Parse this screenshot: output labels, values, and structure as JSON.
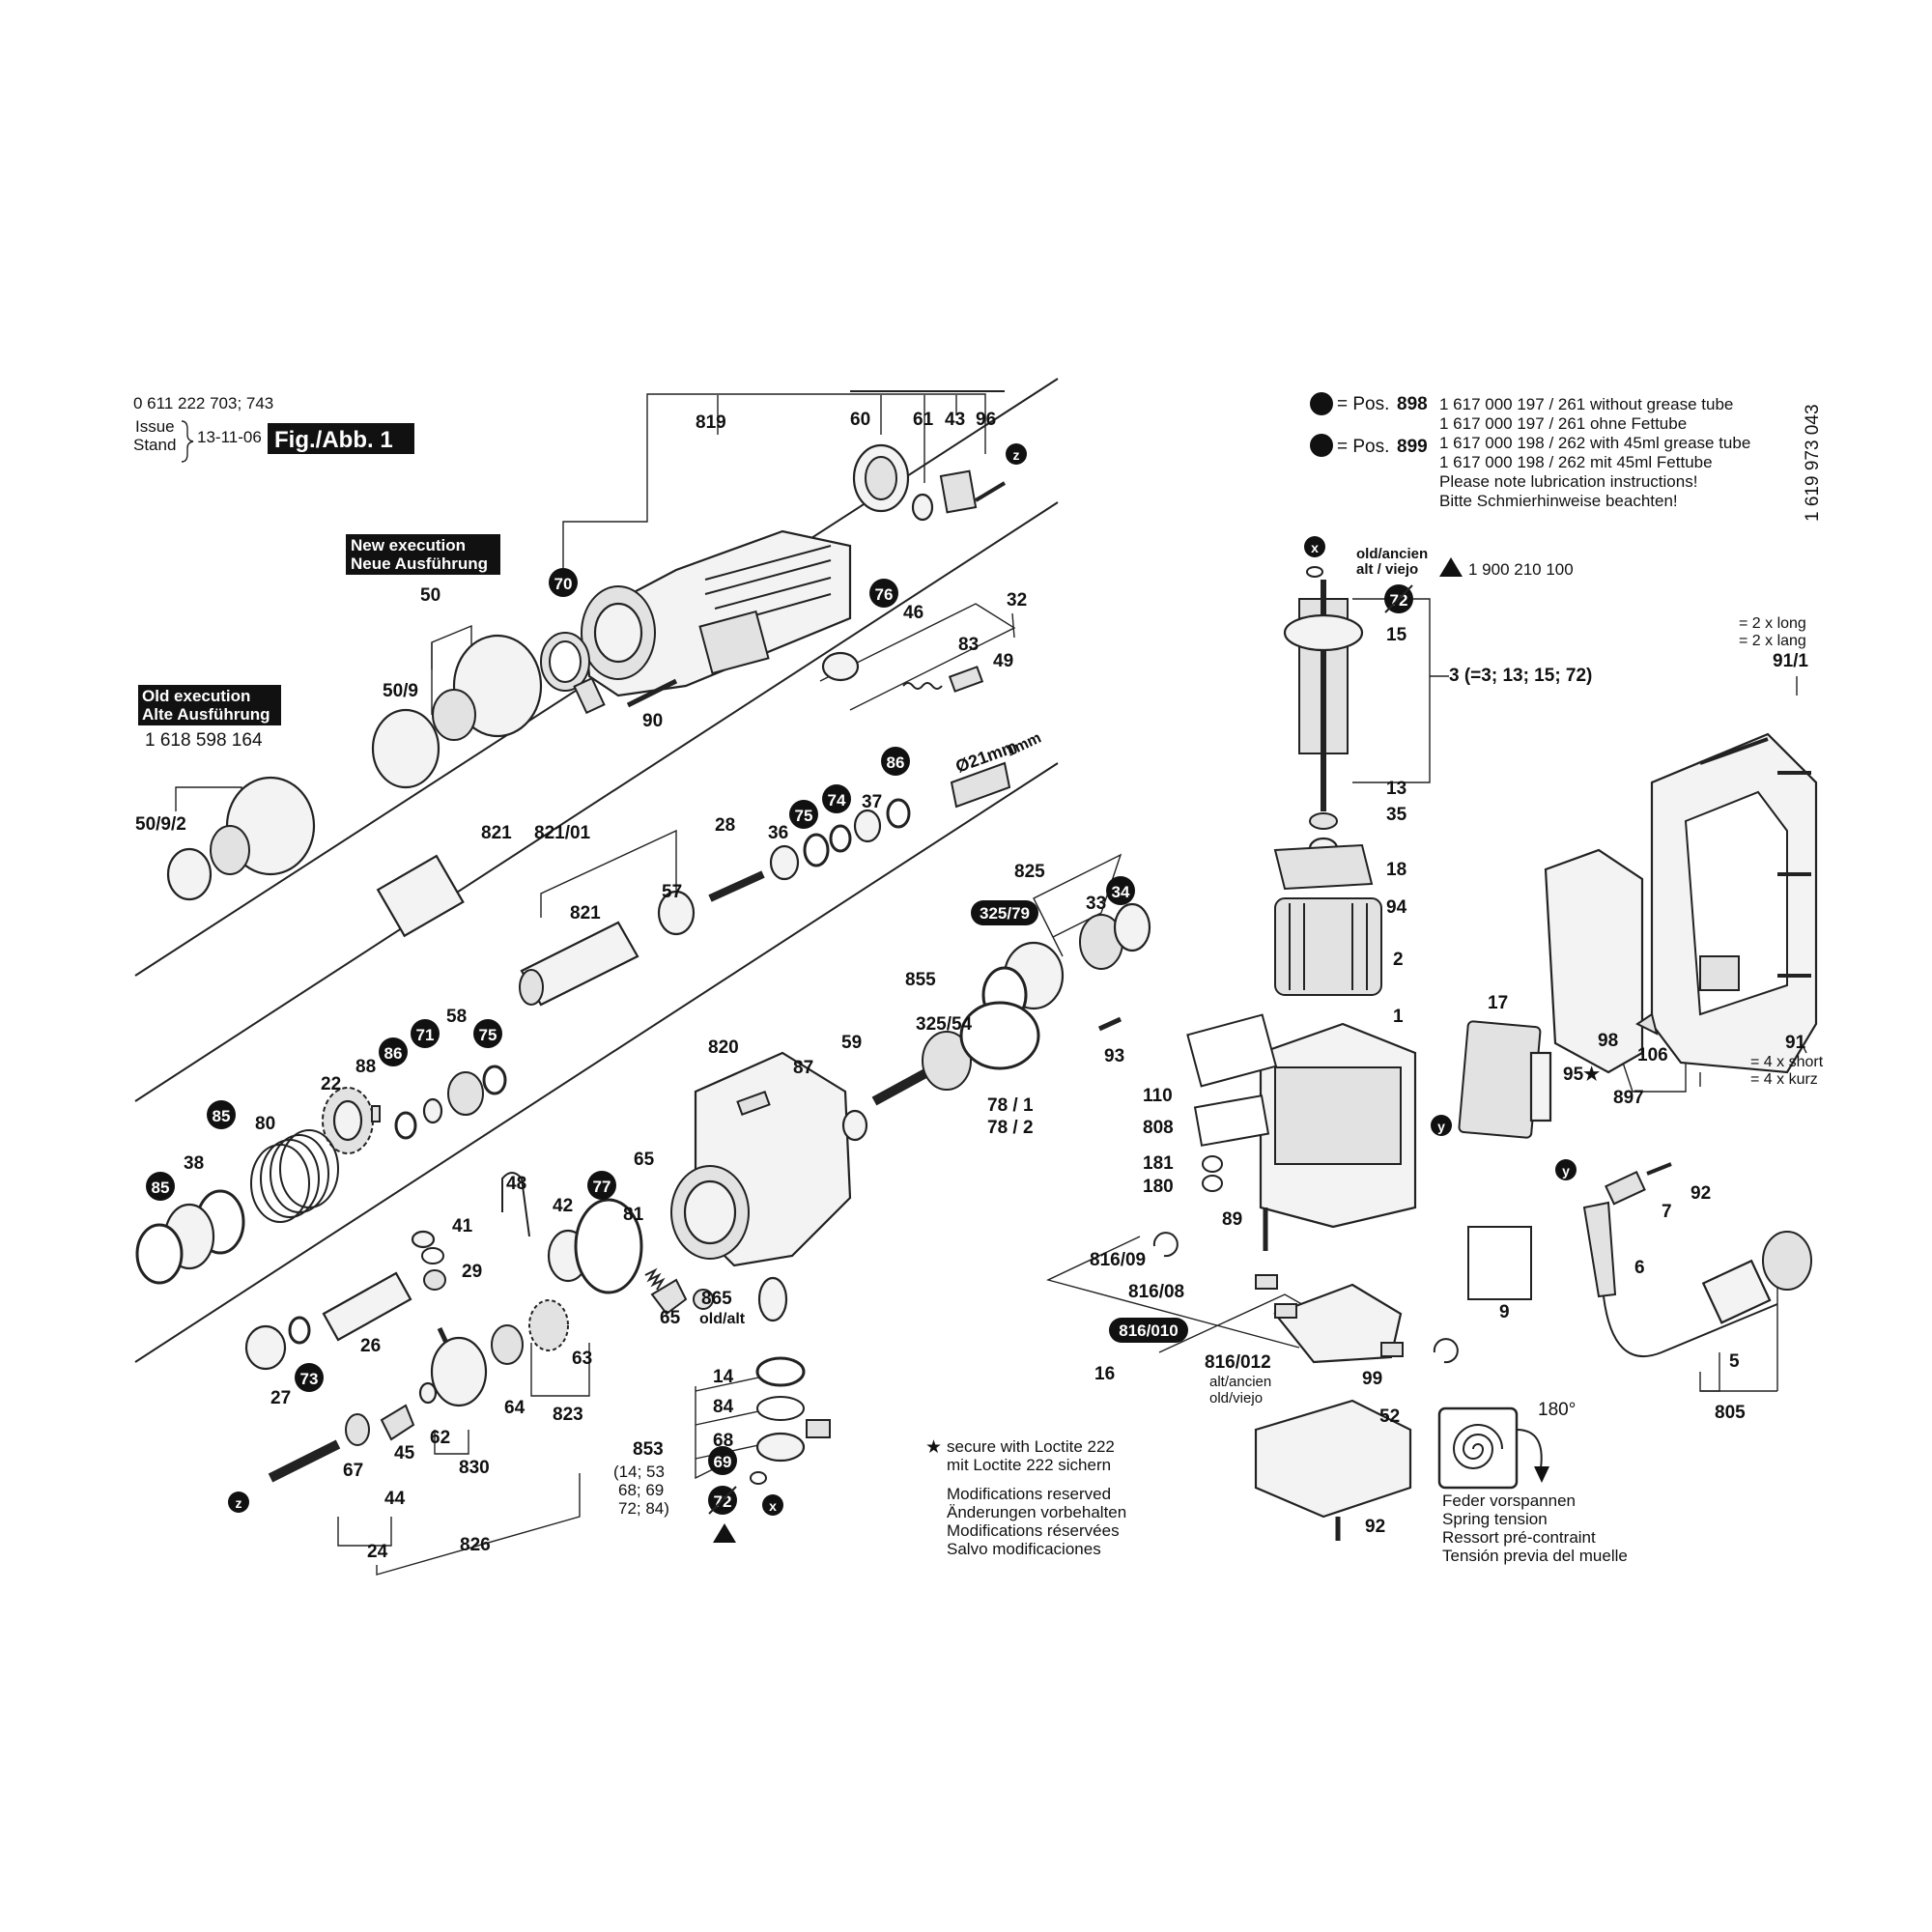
{
  "header": {
    "model_numbers": "0 611 222 703; 743",
    "issue_label": "Issue",
    "stand_label": "Stand",
    "date": "13-11-06",
    "fig_label": "Fig./Abb. 1",
    "doc_number": "1 619 973 043"
  },
  "execution": {
    "new_en": "New execution",
    "new_de": "Neue Ausführung",
    "old_en": "Old execution",
    "old_de": "Alte Ausführung",
    "old_number": "1 618 598 164"
  },
  "grease": {
    "pos_label_1": "= Pos.",
    "pos_1": "898",
    "pos_label_2": "= Pos.",
    "pos_2": "899",
    "lines": [
      "1 617 000 197 / 261  without grease tube",
      "1 617 000 197 / 261  ohne Fettube",
      "1 617 000 198 / 262  with 45ml grease tube",
      "1 617 000 198 / 262  mit 45ml Fettube",
      "Please note lubrication instructions!",
      "Bitte Schmierhinweise beachten!"
    ]
  },
  "old_ancien": {
    "line1": "old/ancien",
    "line2": "alt / viejo",
    "number": "1 900 210 100"
  },
  "loctite": {
    "star_note_1": "secure with Loctite 222",
    "star_note_2": "mit Loctite 222 sichern",
    "mods": [
      "Modifications reserved",
      "Änderungen vorbehalten",
      "Modifications réservées",
      "Salvo modificaciones"
    ]
  },
  "spring": {
    "angle": "180°",
    "lines": [
      "Feder vorspannen",
      "Spring tension",
      "Ressort pré-contraint",
      "Tensión previa del muelle"
    ]
  },
  "screw_notes": {
    "long_en": "= 2 x long",
    "long_de": "= 2 x lang",
    "short_en": "= 4 x short",
    "short_de": "= 4 x kurz"
  },
  "dims": {
    "diameter": "Ø21mm",
    "thickness": "1mm"
  },
  "labels": {
    "l819": "819",
    "l60": "60",
    "l61": "61",
    "l43": "43",
    "l96": "96",
    "l50": "50",
    "l509": "50/9",
    "l5092": "50/9/2",
    "l90": "90",
    "l46": "46",
    "l32": "32",
    "l83": "83",
    "l49": "49",
    "l821a": "821",
    "l82101": "821/01",
    "l821b": "821",
    "l28": "28",
    "l36": "36",
    "l37": "37",
    "l57": "57",
    "l825": "825",
    "l33": "33",
    "l32579": "325/79",
    "l855": "855",
    "l32554": "325/54",
    "l93": "93",
    "l781": "78 / 1",
    "l782": "78 / 2",
    "l22": "22",
    "l88": "88",
    "l58": "58",
    "l80": "80",
    "l38": "38",
    "l820": "820",
    "l87": "87",
    "l59": "59",
    "l48": "48",
    "l65a": "65",
    "l42": "42",
    "l81": "81",
    "l41": "41",
    "l29": "29",
    "l26": "26",
    "l63": "63",
    "l64": "64",
    "l27": "27",
    "l62": "62",
    "l67": "67",
    "l45": "45",
    "l44": "44",
    "l830": "830",
    "l823": "823",
    "l24": "24",
    "l826": "826",
    "l865": "865",
    "l865b": "old/alt",
    "l65b": "65",
    "l14": "14",
    "l84": "84",
    "l68": "68",
    "l853": "853",
    "l853a": "(14; 53",
    "l853b": "68; 69",
    "l853c": "72; 84)",
    "l15": "15",
    "l3": "3 (=3; 13; 15; 72)",
    "l13": "13",
    "l35": "35",
    "l18": "18",
    "l94": "94",
    "l2": "2",
    "l1": "1",
    "l110": "110",
    "l808": "808",
    "l181": "181",
    "l180": "180",
    "l89": "89",
    "l81609": "816/09",
    "l81608": "816/08",
    "l816010": "816/010",
    "l16": "16",
    "l816012": "816/012",
    "l816012a": "alt/ancien",
    "l816012b": "old/viejo",
    "l99": "99",
    "l52": "52",
    "l92a": "92",
    "l17": "17",
    "l95": "95★",
    "l98": "98",
    "l106": "106",
    "l897": "897",
    "l92b": "92",
    "l7": "7",
    "l9": "9",
    "l6": "6",
    "l5": "5",
    "l805": "805",
    "l911": "91/1",
    "l91": "91"
  },
  "markers": {
    "m70": "70",
    "m76": "76",
    "m86a": "86",
    "m75a": "75",
    "m74": "74",
    "m34": "34",
    "m75b": "75",
    "m71": "71",
    "m86b": "86",
    "m85a": "85",
    "m85b": "85",
    "m77": "77",
    "m73": "73",
    "m69": "69",
    "m72a": "72",
    "m72b": "72",
    "z1": "z",
    "z2": "z",
    "x1": "x",
    "x2": "x",
    "y1": "y",
    "y2": "y"
  }
}
